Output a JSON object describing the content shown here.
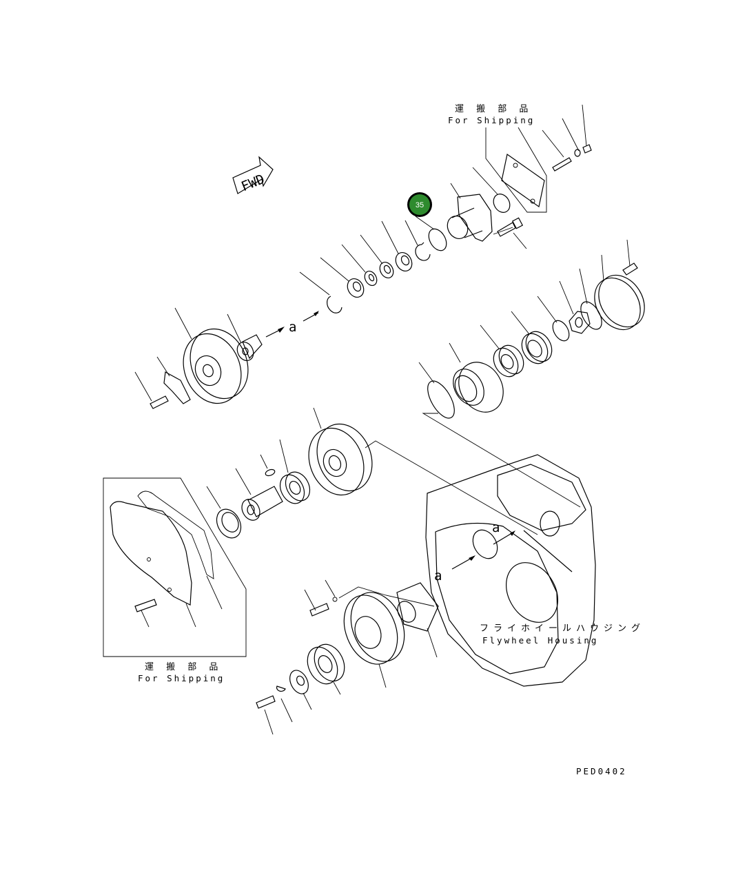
{
  "shipping_top": {
    "ja": "運 搬 部 品",
    "en": "For Shipping"
  },
  "shipping_bottom": {
    "ja": "運 搬 部 品",
    "en": "For Shipping"
  },
  "housing": {
    "ja": "フライホイールハウジング",
    "en": "Flywheel Housing"
  },
  "fwd_label": "FWD",
  "ref_a": "a",
  "drawing_code": "PED0402",
  "callout": {
    "number": "35",
    "color": "#2e8b2e"
  }
}
